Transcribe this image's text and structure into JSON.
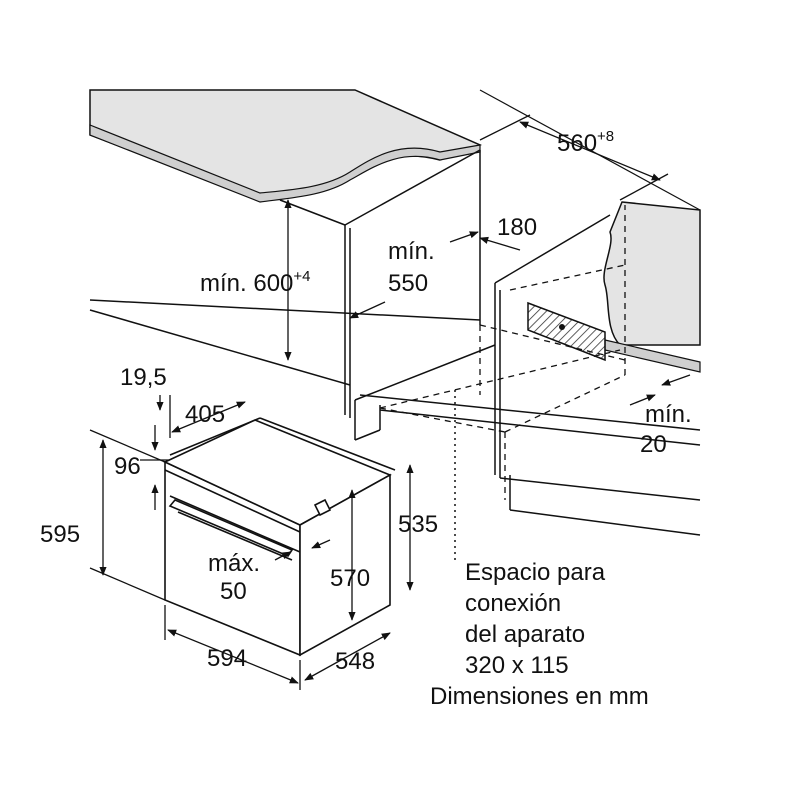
{
  "dimensions": {
    "depth_top": "560",
    "depth_top_tol": "+8",
    "min_height_prefix": "mín.",
    "min_height_value": "600",
    "min_height_tol": "+4",
    "niche_min_label": "mín.",
    "niche_min_value": "550",
    "gap_rear": "180",
    "side_min_label": "mín.",
    "side_min_value": "20",
    "panel_thickness": "19,5",
    "panel_depth": "405",
    "top_gap": "96",
    "oven_height": "595",
    "oven_width": "594",
    "oven_depth": "548",
    "inner_height": "570",
    "body_height": "535",
    "handle_max_label": "máx.",
    "handle_max_value": "50"
  },
  "notes": {
    "line1": "Espacio para",
    "line2": "conexión",
    "line3": "del aparato",
    "line4": "320 x 115",
    "line5": "Dimensiones en mm"
  },
  "colors": {
    "stroke": "#111111",
    "countertop_fill": "#e4e4e4",
    "countertop_edge": "#cfcfcf",
    "hatch": "#333333",
    "background": "#ffffff"
  }
}
